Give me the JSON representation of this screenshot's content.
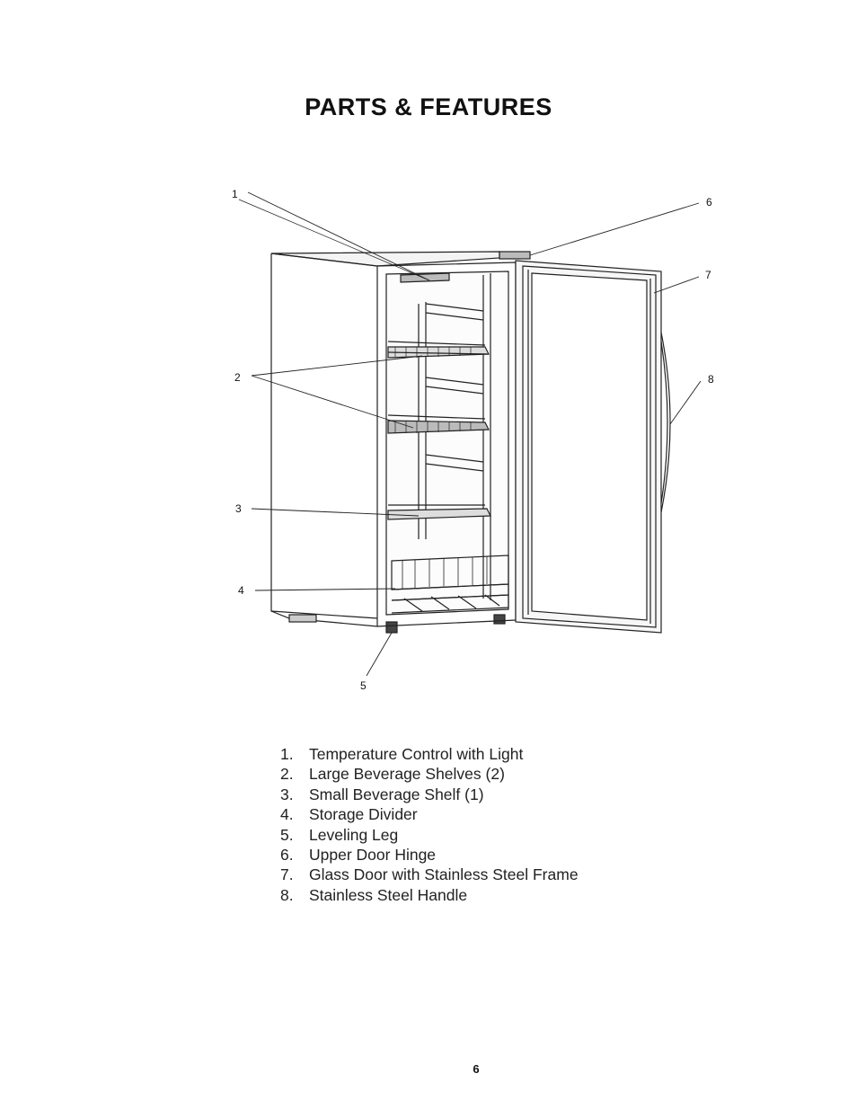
{
  "page": {
    "title": "PARTS & FEATURES",
    "page_number": "6"
  },
  "diagram": {
    "callouts": [
      "1",
      "2",
      "3",
      "4",
      "5",
      "6",
      "7",
      "8"
    ]
  },
  "parts": [
    {
      "num": "1.",
      "label": "Temperature Control with Light"
    },
    {
      "num": "2.",
      "label": "Large Beverage Shelves (2)"
    },
    {
      "num": "3.",
      "label": "Small Beverage Shelf  (1)"
    },
    {
      "num": "4.",
      "label": "Storage Divider"
    },
    {
      "num": "5.",
      "label": "Leveling Leg"
    },
    {
      "num": "6.",
      "label": "Upper Door Hinge"
    },
    {
      "num": "7.",
      "label": "Glass Door with Stainless Steel Frame"
    },
    {
      "num": "8.",
      "label": "Stainless Steel Handle"
    }
  ]
}
